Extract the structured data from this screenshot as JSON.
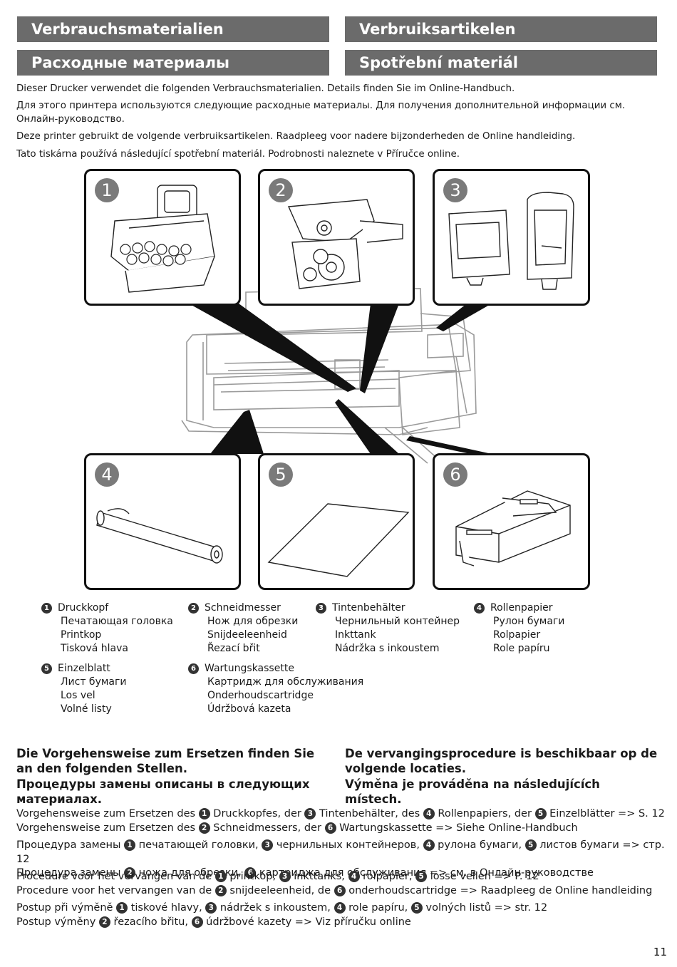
{
  "headers": {
    "de": "Verbrauchsmaterialien",
    "nl": "Verbruiksartikelen",
    "ru": "Расходные материалы",
    "cs": "Spotřební materiál"
  },
  "intro": [
    "Dieser Drucker verwendet die folgenden Verbrauchsmaterialien. Details finden Sie im Online-Handbuch.",
    "Для этого принтера используются следующие расходные материалы. Для получения дополнительной информации см. Онлайн-руководство.",
    "Deze printer gebruikt de volgende verbruiksartikelen. Raadpleeg voor nadere bijzonderheden de Online handleiding.",
    "Tato tiskárna používá následující spotřební materiál. Podrobnosti naleznete v Příručce online."
  ],
  "panel_numbers": [
    "1",
    "2",
    "3",
    "4",
    "5",
    "6"
  ],
  "legend": [
    {
      "num": "1",
      "de": "Druckkopf",
      "ru": "Печатающая головка",
      "nl": "Printkop",
      "cs": "Tisková hlava"
    },
    {
      "num": "2",
      "de": "Schneidmesser",
      "ru": "Нож для обрезки",
      "nl": "Snijdeeleenheid",
      "cs": "Řezací břit"
    },
    {
      "num": "3",
      "de": "Tintenbehälter",
      "ru": "Чернильный контейнер",
      "nl": "Inkttank",
      "cs": "Nádržka s inkoustem"
    },
    {
      "num": "4",
      "de": "Rollenpapier",
      "ru": "Рулон бумаги",
      "nl": "Rolpapier",
      "cs": "Role papíru"
    },
    {
      "num": "5",
      "de": "Einzelblatt",
      "ru": "Лист бумаги",
      "nl": "Los vel",
      "cs": "Volné listy"
    },
    {
      "num": "6",
      "de": "Wartungskassette",
      "ru": "Картридж для обслуживания",
      "nl": "Onderhoudscartridge",
      "cs": "Údržbová kazeta"
    }
  ],
  "procedure_headers": {
    "de": "Die Vorgehensweise zum Ersetzen finden Sie an den folgenden Stellen.",
    "ru": "Процедуры замены описаны в следующих материалах.",
    "nl": "De vervangingsprocedure is beschikbaar op de volgende locaties.",
    "cs": "Výměna je prováděna na následujících místech."
  },
  "procedures": {
    "de": {
      "l1": [
        "Vorgehensweise zum Ersetzen des ",
        " Druckkopfes, der ",
        " Tintenbehälter, des ",
        " Rollenpapiers, der ",
        " Einzelblätter => S. 12"
      ],
      "l2": [
        "Vorgehensweise zum Ersetzen des ",
        " Schneidmessers, der ",
        " Wartungskassette => Siehe Online-Handbuch"
      ]
    },
    "ru": {
      "l1": [
        "Процедура замены ",
        " печатающей головки, ",
        " чернильных контейнеров, ",
        " рулона бумаги, ",
        " листов бумаги => стр. 12"
      ],
      "l2": [
        "Процедура замены ",
        " ножа для обрезки, ",
        " картриджа для обслуживания => см. в Онлайн-руководстве"
      ]
    },
    "nl": {
      "l1": [
        "Procedure voor het vervangen van de ",
        " printkop, ",
        " inkttanks, ",
        " rolpapier, ",
        " losse vellen => P. 12"
      ],
      "l2": [
        "Procedure voor het vervangen van de ",
        " snijdeeleenheid, de ",
        " onderhoudscartridge => Raadpleeg de Online handleiding"
      ]
    },
    "cs": {
      "l1": [
        "Postup při výměně ",
        " tiskové hlavy, ",
        " nádržek s inkoustem, ",
        " role papíru, ",
        " volných listů => str. 12"
      ],
      "l2": [
        "Postup výměny ",
        " řezacího břitu, ",
        " údržbové kazety => Viz příručku online"
      ]
    }
  },
  "page_number": "11"
}
